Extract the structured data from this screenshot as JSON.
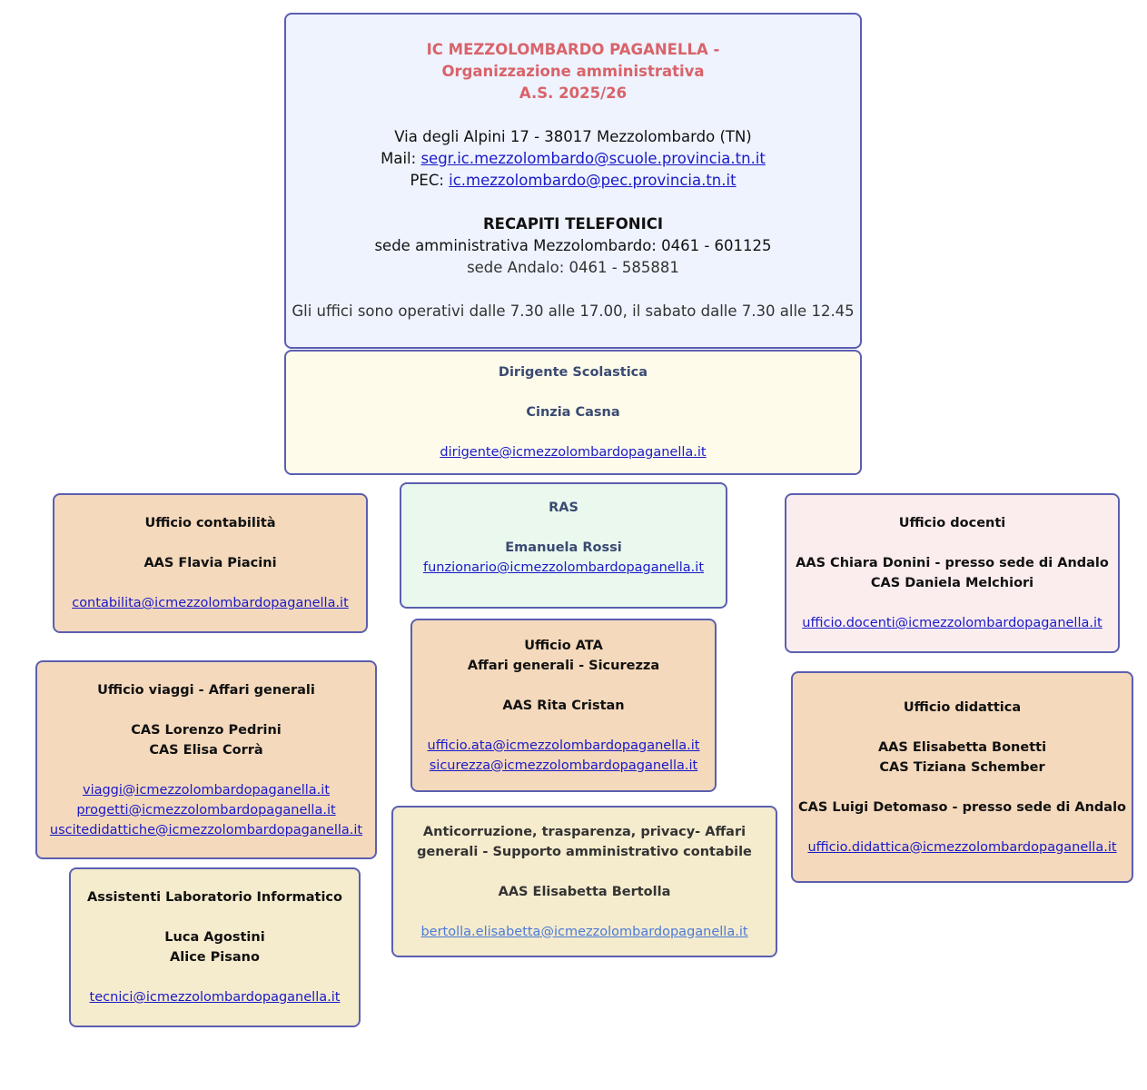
{
  "colors": {
    "border": "#5b5fb0",
    "header_bg": "#eef3fe",
    "dirigente_bg": "#fefbea",
    "ras_bg": "#eaf8ee",
    "orange_bg": "#f4d9bc",
    "pink_bg": "#fbedee",
    "beige_bg": "#f5ebcd",
    "title_red": "#d9636a",
    "link_blue": "#1a1ac8"
  },
  "header": {
    "title_1": "IC MEZZOLOMBARDO PAGANELLA -",
    "title_2": "Organizzazione amministrativa",
    "title_3": "A.S. 2025/26",
    "address": "Via degli Alpini 17 - 38017 Mezzolombardo (TN)",
    "mail_label": "Mail: ",
    "mail": "segr.ic.mezzolombardo@scuole.provincia.tn.it",
    "pec_label": "PEC: ",
    "pec": "ic.mezzolombardo@pec.provincia.tn.it",
    "phones_title": "RECAPITI TELEFONICI",
    "phone_1": "sede amministrativa Mezzolombardo:  0461 - 601125",
    "phone_2": "sede Andalo: 0461 - 585881",
    "hours": "Gli uffici sono operativi dalle 7.30 alle 17.00, il sabato dalle 7.30 alle 12.45"
  },
  "dirigente": {
    "title": "Dirigente Scolastica",
    "name": "Cinzia Casna",
    "email": "dirigente@icmezzolombardopaganella.it"
  },
  "contabilita": {
    "title": "Ufficio contabilità",
    "person": "AAS Flavia Piacini",
    "email": "contabilita@icmezzolombardopaganella.it"
  },
  "ras": {
    "title": "RAS",
    "name": "Emanuela Rossi",
    "email": "funzionario@icmezzolombardopaganella.it"
  },
  "docenti": {
    "title": "Ufficio docenti",
    "person_1": "AAS Chiara Donini - presso sede di Andalo",
    "person_2": "CAS Daniela Melchiori",
    "email": "ufficio.docenti@icmezzolombardopaganella.it"
  },
  "viaggi": {
    "title": "Ufficio viaggi - Affari generali",
    "person_1": "CAS Lorenzo Pedrini",
    "person_2": "CAS Elisa Corrà",
    "email_1": "viaggi@icmezzolombardopaganella.it",
    "email_2": "progetti@icmezzolombardopaganella.it",
    "email_3": "uscitedidattiche@icmezzolombardopaganella.it"
  },
  "ata": {
    "title_1": "Ufficio ATA",
    "title_2": "Affari generali - Sicurezza",
    "person": "AAS Rita Cristan",
    "email_1": "ufficio.ata@icmezzolombardopaganella.it",
    "email_2": "sicurezza@icmezzolombardopaganella.it"
  },
  "didattica": {
    "title": "Ufficio didattica",
    "person_1": "AAS Elisabetta Bonetti",
    "person_2": "CAS Tiziana Schember",
    "person_3": "CAS Luigi Detomaso -  presso sede di Andalo",
    "email": "ufficio.didattica@icmezzolombardopaganella.it"
  },
  "anticorruzione": {
    "title_1": "Anticorruzione, trasparenza, privacy- Affari",
    "title_2": "generali - Supporto amministrativo contabile",
    "person": "AAS Elisabetta Bertolla",
    "email": "bertolla.elisabetta@icmezzolombardopaganella.it"
  },
  "laboratorio": {
    "title": "Assistenti Laboratorio Informatico",
    "person_1": "Luca Agostini",
    "person_2": "Alice Pisano",
    "email": "tecnici@icmezzolombardopaganella.it"
  }
}
